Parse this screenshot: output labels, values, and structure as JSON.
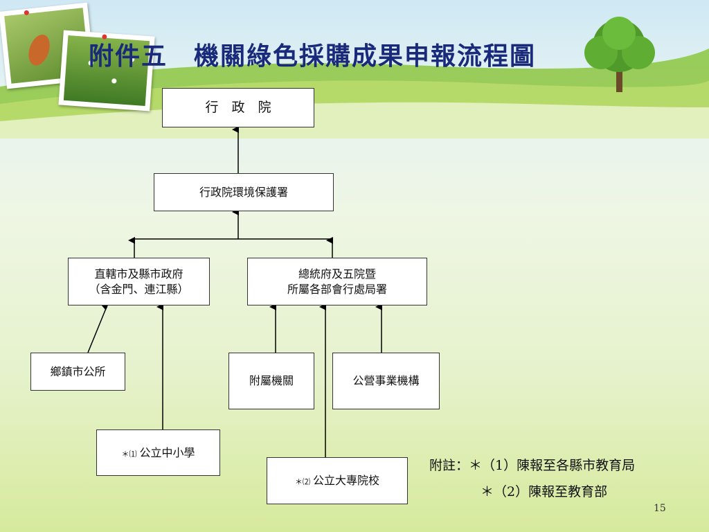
{
  "slide": {
    "title": "附件五　機關綠色採購成果申報流程圖",
    "page_number": "15"
  },
  "boxes": {
    "executive_yuan": "行　政　院",
    "epa": "行政院環境保護署",
    "municipal_line1": "直轄市及縣市政府",
    "municipal_line2": "（含金門、連江縣）",
    "presidential_line1": "總統府及五院暨",
    "presidential_line2": "所屬各部會行處局署",
    "township": "鄉鎮市公所",
    "affiliated": "附屬機關",
    "state_enterprise": "公營事業機構",
    "school_mark": "＊⑴",
    "school_label": "公立中小學",
    "college_mark": "＊⑵",
    "college_label": "公立大專院校"
  },
  "notes": {
    "line1": "附註：＊（1）陳報至各縣市教育局",
    "line2": "＊（2）陳報至教育部"
  }
}
